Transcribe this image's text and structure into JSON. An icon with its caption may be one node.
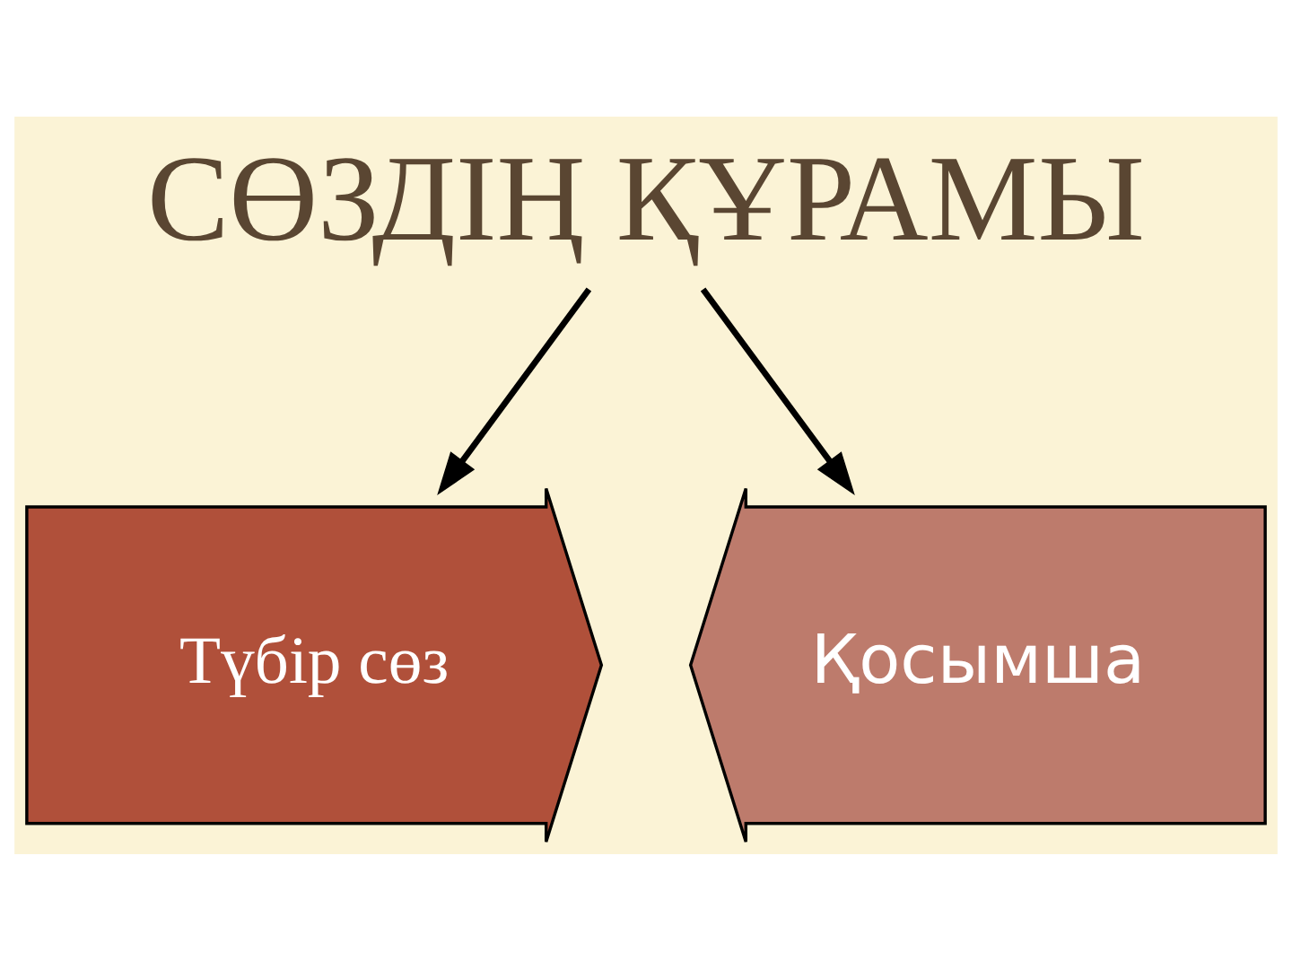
{
  "diagram": {
    "nodes": [
      {
        "text": [
          "СӨЗДІҢ ҚҰРАМЫ"
        ]
      },
      {
        "text": [
          "Түбір сөз"
        ]
      },
      {
        "text": [
          "Қосымша"
        ]
      }
    ],
    "edges": [
      {
        "from": 0,
        "to": 1,
        "arrow": "to"
      },
      {
        "from": 0,
        "to": 2,
        "arrow": "to"
      }
    ]
  }
}
